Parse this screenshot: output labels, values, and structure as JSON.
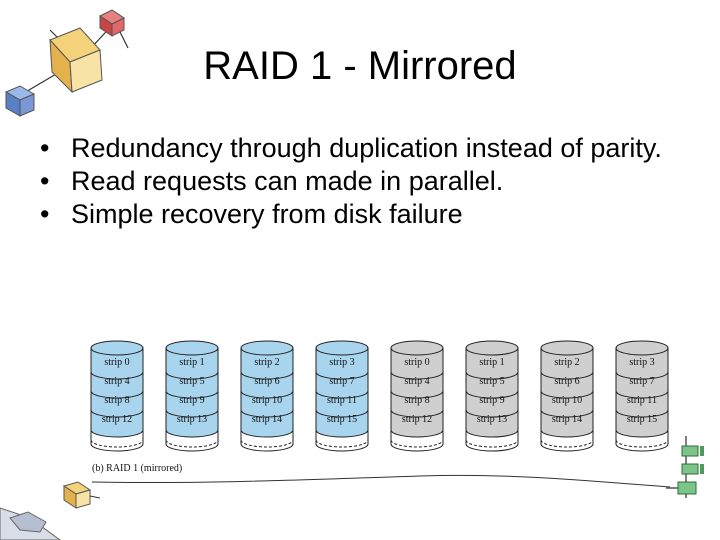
{
  "slide": {
    "title": "RAID 1 - Mirrored",
    "bullets": [
      "Redundancy through duplication instead of parity.",
      "Read requests can made in parallel.",
      "Simple recovery from disk failure"
    ],
    "bullet_glyph": "•"
  },
  "diagram": {
    "caption": "(b) RAID 1 (mirrored)",
    "colors": {
      "primary_disk": "#a9d4ee",
      "mirror_disk": "#cfcfcf",
      "outline": "#222222"
    },
    "disks": [
      {
        "role": "primary",
        "strips": [
          "strip 0",
          "strip 4",
          "strip 8",
          "strip 12"
        ]
      },
      {
        "role": "primary",
        "strips": [
          "strip 1",
          "strip 5",
          "strip 9",
          "strip 13"
        ]
      },
      {
        "role": "primary",
        "strips": [
          "strip 2",
          "strip 6",
          "strip 10",
          "strip 14"
        ]
      },
      {
        "role": "primary",
        "strips": [
          "strip 3",
          "strip 7",
          "strip 11",
          "strip 15"
        ]
      },
      {
        "role": "mirror",
        "strips": [
          "strip 0",
          "strip 4",
          "strip 8",
          "strip 12"
        ]
      },
      {
        "role": "mirror",
        "strips": [
          "strip 1",
          "strip 5",
          "strip 9",
          "strip 13"
        ]
      },
      {
        "role": "mirror",
        "strips": [
          "strip 2",
          "strip 6",
          "strip 10",
          "strip 14"
        ]
      },
      {
        "role": "mirror",
        "strips": [
          "strip 3",
          "strip 7",
          "strip 11",
          "strip 15"
        ]
      }
    ]
  },
  "decorations": {
    "top_left": "network-cubes-icon",
    "bottom_left": "cube-hand-icon",
    "bottom_right": "server-stack-icon"
  }
}
